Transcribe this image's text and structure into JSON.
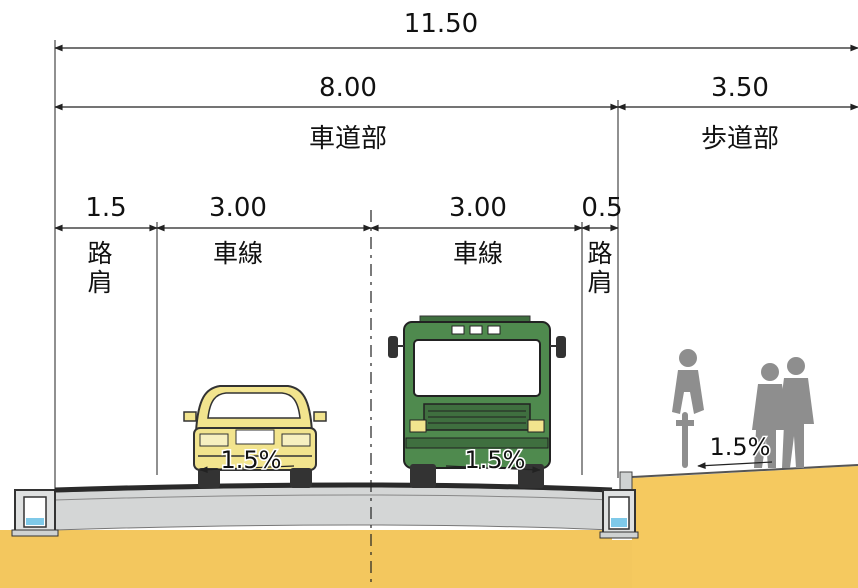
{
  "dimensions": {
    "total": "11.50",
    "carriageway": "8.00",
    "sidewalk": "3.50",
    "shoulder_left": "1.5",
    "lane_left": "3.00",
    "lane_right": "3.00",
    "shoulder_right": "0.5"
  },
  "labels": {
    "carriageway": "車道部",
    "sidewalk": "歩道部",
    "lane_left": "車線",
    "lane_right": "車線",
    "shoulder_left_top": "路",
    "shoulder_left_bottom": "肩",
    "shoulder_right_top": "路",
    "shoulder_right_bottom": "肩"
  },
  "slopes": {
    "lane_left": "1.5%",
    "lane_right": "1.5%",
    "sidewalk": "1.5%"
  },
  "colors": {
    "ground": "#f3c75e",
    "pavement": "#d4d6d6",
    "asphalt": "#2a2a2a",
    "car": "#f2e48e",
    "truck": "#4f8a4e",
    "pedestrian": "#8e8e8e",
    "water": "#7fc9e8"
  }
}
